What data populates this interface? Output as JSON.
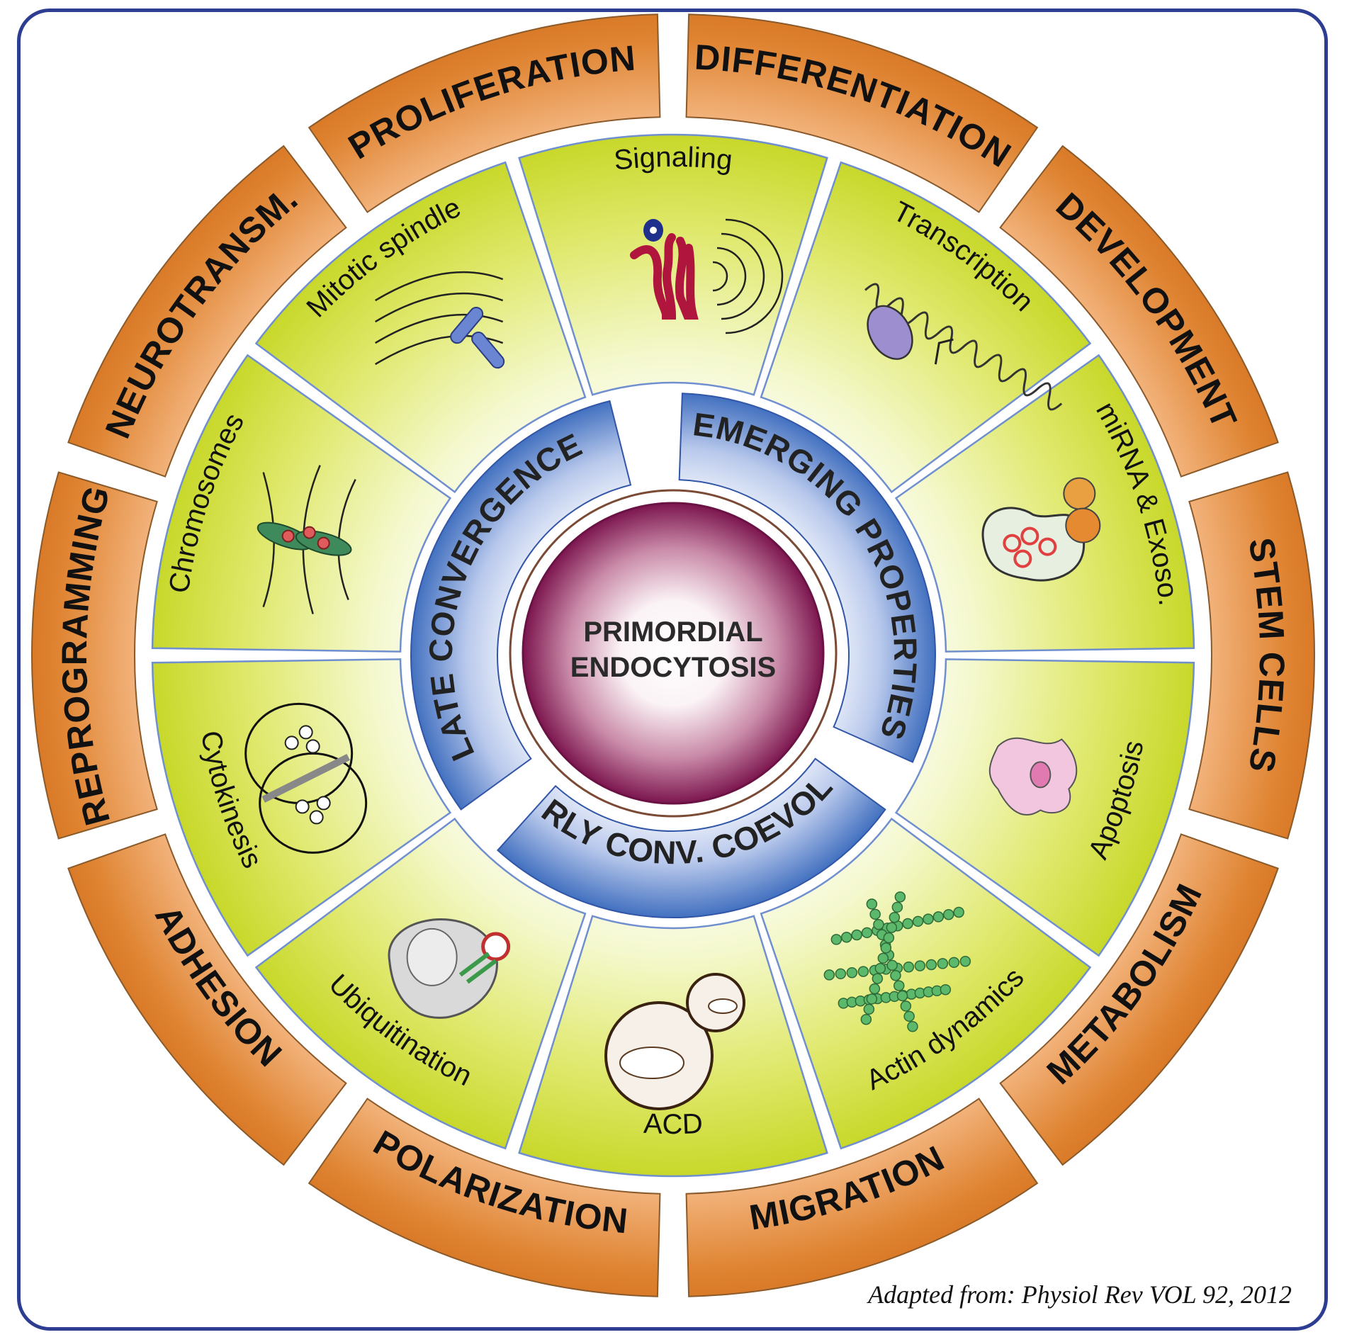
{
  "center": {
    "line1": "PRIMORDIAL",
    "line2": "ENDOCYTOSIS"
  },
  "inner_ring": [
    "EMERGING PROPERTIES",
    "EARLY CONV. COEVOLUT.",
    "LATE CONVERGENCE"
  ],
  "middle_ring": [
    "Signaling",
    "Transcription",
    "miRNA & Exoso.",
    "Apoptosis",
    "Actin dynamics",
    "ACD",
    "Ubiquitination",
    "Cytokinesis",
    "Chromosomes",
    "Mitotic spindle"
  ],
  "outer_ring": [
    "PROLIFERATION",
    "DIFFERENTIATION",
    "DEVELOPMENT",
    "STEM CELLS",
    "METABOLISM",
    "MIGRATION",
    "POLARIZATION",
    "ADHESION",
    "REPROGRAMMING",
    "NEUROTRANSM."
  ],
  "credit": "Adapted from: Physiol Rev VOL 92, 2012",
  "colors": {
    "frame": "#2d3e92",
    "outer_segment": "#e58a34",
    "middle_segment": "#cfdc2e",
    "inner_ring": "#3d6fc0",
    "core": "#8c1d5e"
  }
}
